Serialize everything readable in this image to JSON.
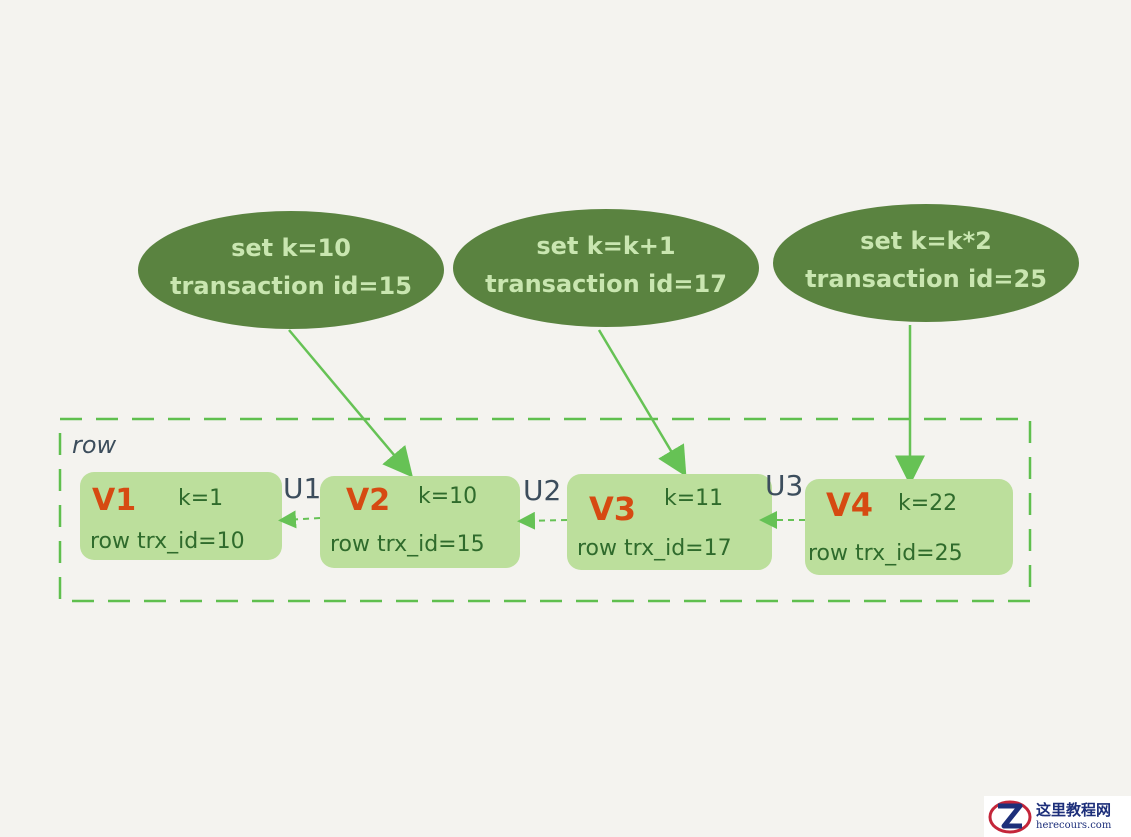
{
  "colors": {
    "bubble": "#5a8340",
    "bubble_text": "#c9e6b0",
    "version_fill": "#bcdf9c",
    "arrow": "#66c255",
    "dash_border": "#5fbf4e",
    "version_label": "#d64a12",
    "undo_label": "#3c4d5c"
  },
  "row_label": "row",
  "transactions": [
    {
      "line1": "set k=10",
      "line2": "transaction id=15"
    },
    {
      "line1": "set k=k+1",
      "line2": "transaction id=17"
    },
    {
      "line1": "set k=k*2",
      "line2": "transaction id=25"
    }
  ],
  "versions": [
    {
      "name": "V1",
      "k": "k=1",
      "trx": "row trx_id=10"
    },
    {
      "name": "V2",
      "k": "k=10",
      "trx": "row trx_id=15"
    },
    {
      "name": "V3",
      "k": "k=11",
      "trx": "row trx_id=17"
    },
    {
      "name": "V4",
      "k": "k=22",
      "trx": "row trx_id=25"
    }
  ],
  "undo_logs": [
    "U1",
    "U2",
    "U3"
  ],
  "watermark": {
    "title": "这里教程网",
    "url": "herecours.com",
    "icon": "z-logo-icon"
  }
}
